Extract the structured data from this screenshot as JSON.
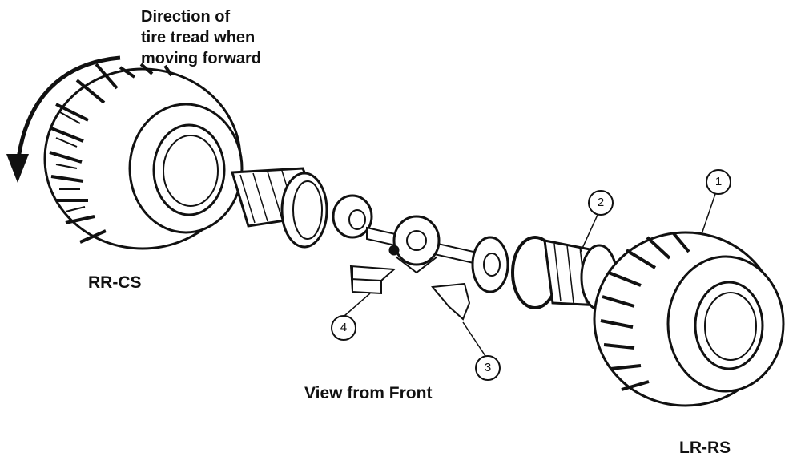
{
  "labels": {
    "direction_line1": "Direction of",
    "direction_line2": "tire tread when",
    "direction_line3": "moving forward",
    "right_wheel": "RR-CS",
    "left_wheel": "LR-RS",
    "view": "View from Front"
  },
  "callouts": [
    "1",
    "2",
    "3",
    "4"
  ]
}
